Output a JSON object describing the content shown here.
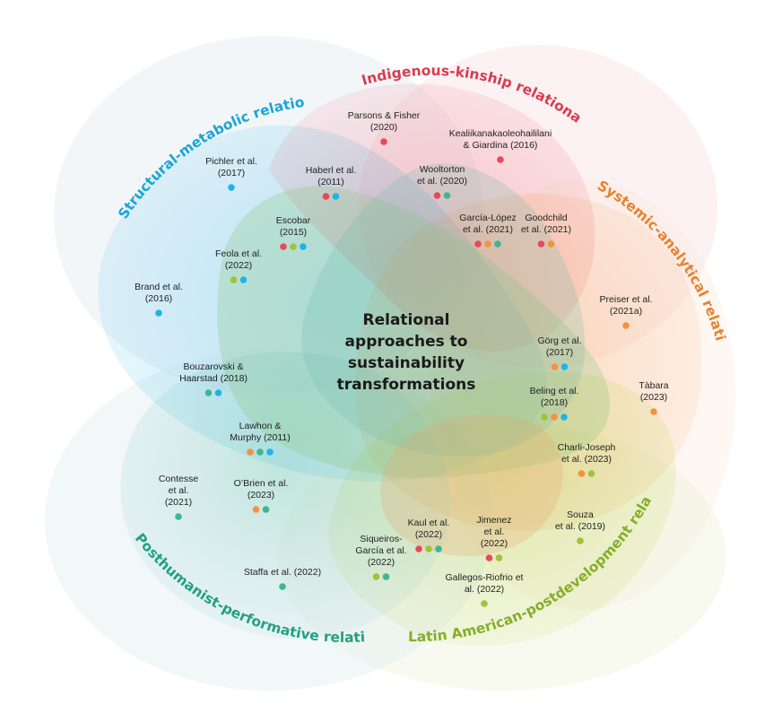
{
  "title": "Relational approaches to sustainability transformations",
  "colors": {
    "indigenous": "#e8495a",
    "structural": "#1fb3ea",
    "systemic": "#f5923e",
    "posthumanist": "#3fb693",
    "latin": "#9fc33a"
  },
  "center_title_lines": [
    "Relational",
    "approaches to",
    "sustainability",
    "transformations"
  ],
  "categories": [
    {
      "key": "structural",
      "label": "Structural-metabolic relationalities"
    },
    {
      "key": "indigenous",
      "label": "Indigenous-kinship relationalities"
    },
    {
      "key": "systemic",
      "label": "Systemic-analytical relationalities"
    },
    {
      "key": "latin",
      "label": "Latin American-postdevelopment relationalities"
    },
    {
      "key": "posthumanist",
      "label": "Posthumanist-performative relationalities"
    }
  ],
  "references": [
    {
      "lines": [
        "Parsons & Fisher",
        "(2020)"
      ],
      "tags": [
        "indigenous"
      ]
    },
    {
      "lines": [
        "Kealiikanakaoleohaililani",
        "& Giardina (2016)"
      ],
      "tags": [
        "indigenous"
      ]
    },
    {
      "lines": [
        "Pichler et al.",
        "(2017)"
      ],
      "tags": [
        "structural"
      ]
    },
    {
      "lines": [
        "Haberl et al.",
        "(2011)"
      ],
      "tags": [
        "indigenous",
        "structural"
      ]
    },
    {
      "lines": [
        "Wooltorton",
        "et al. (2020)"
      ],
      "tags": [
        "indigenous",
        "posthumanist"
      ]
    },
    {
      "lines": [
        "García-López",
        "et al. (2021)"
      ],
      "tags": [
        "indigenous",
        "systemic",
        "posthumanist"
      ]
    },
    {
      "lines": [
        "Goodchild",
        "et al. (2021)"
      ],
      "tags": [
        "indigenous",
        "systemic"
      ]
    },
    {
      "lines": [
        "Escobar",
        "(2015)"
      ],
      "tags": [
        "indigenous",
        "latin",
        "structural"
      ]
    },
    {
      "lines": [
        "Feola et al.",
        "(2022)"
      ],
      "tags": [
        "latin",
        "structural"
      ]
    },
    {
      "lines": [
        "Brand et al.",
        "(2016)"
      ],
      "tags": [
        "structural"
      ]
    },
    {
      "lines": [
        "Preiser et al.",
        "(2021a)"
      ],
      "tags": [
        "systemic"
      ]
    },
    {
      "lines": [
        "Görg et al.",
        "(2017)"
      ],
      "tags": [
        "systemic",
        "structural"
      ]
    },
    {
      "lines": [
        "Bouzarovski &",
        "Haarstad (2018)"
      ],
      "tags": [
        "posthumanist",
        "structural"
      ]
    },
    {
      "lines": [
        "Beling et al.",
        "(2018)"
      ],
      "tags": [
        "latin",
        "systemic",
        "structural"
      ]
    },
    {
      "lines": [
        "Tàbara",
        "(2023)"
      ],
      "tags": [
        "systemic"
      ]
    },
    {
      "lines": [
        "Lawhon &",
        "Murphy (2011)"
      ],
      "tags": [
        "systemic",
        "posthumanist",
        "structural"
      ]
    },
    {
      "lines": [
        "Charli-Joseph",
        "et al. (2023)"
      ],
      "tags": [
        "systemic",
        "latin"
      ]
    },
    {
      "lines": [
        "Contesse",
        "et al.",
        "(2021)"
      ],
      "tags": [
        "posthumanist"
      ]
    },
    {
      "lines": [
        "O’Brien et al.",
        "(2023)"
      ],
      "tags": [
        "systemic",
        "posthumanist"
      ]
    },
    {
      "lines": [
        "Kaul et al.",
        "(2022)"
      ],
      "tags": [
        "indigenous",
        "latin",
        "posthumanist"
      ]
    },
    {
      "lines": [
        "Jimenez",
        "et al.",
        "(2022)"
      ],
      "tags": [
        "indigenous",
        "latin"
      ]
    },
    {
      "lines": [
        "Souza",
        "et al. (2019)"
      ],
      "tags": [
        "latin"
      ]
    },
    {
      "lines": [
        "Siqueiros-",
        "García et al.",
        "(2022)"
      ],
      "tags": [
        "latin",
        "posthumanist"
      ]
    },
    {
      "lines": [
        "Staffa et al. (2022)"
      ],
      "tags": [
        "posthumanist"
      ]
    },
    {
      "lines": [
        "Gallegos-Riofrio et",
        "al. (2022)"
      ],
      "tags": [
        "latin"
      ]
    }
  ]
}
